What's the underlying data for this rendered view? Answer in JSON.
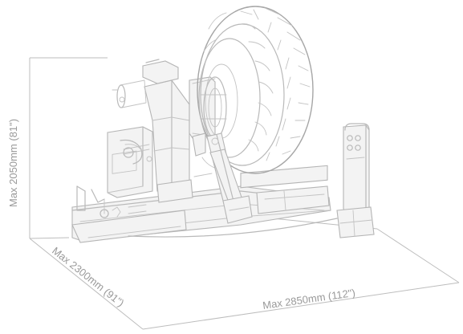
{
  "dimensions": {
    "height_label": "Max 2050mm (81\")",
    "depth_label": "Max 2300mm (91\")",
    "width_label": "Max 2850mm (112\")"
  },
  "colors": {
    "line": "#b9b9b9",
    "text": "#9a9a9a",
    "background": "#ffffff"
  },
  "subject": "tyre-changer-machine-illustration"
}
